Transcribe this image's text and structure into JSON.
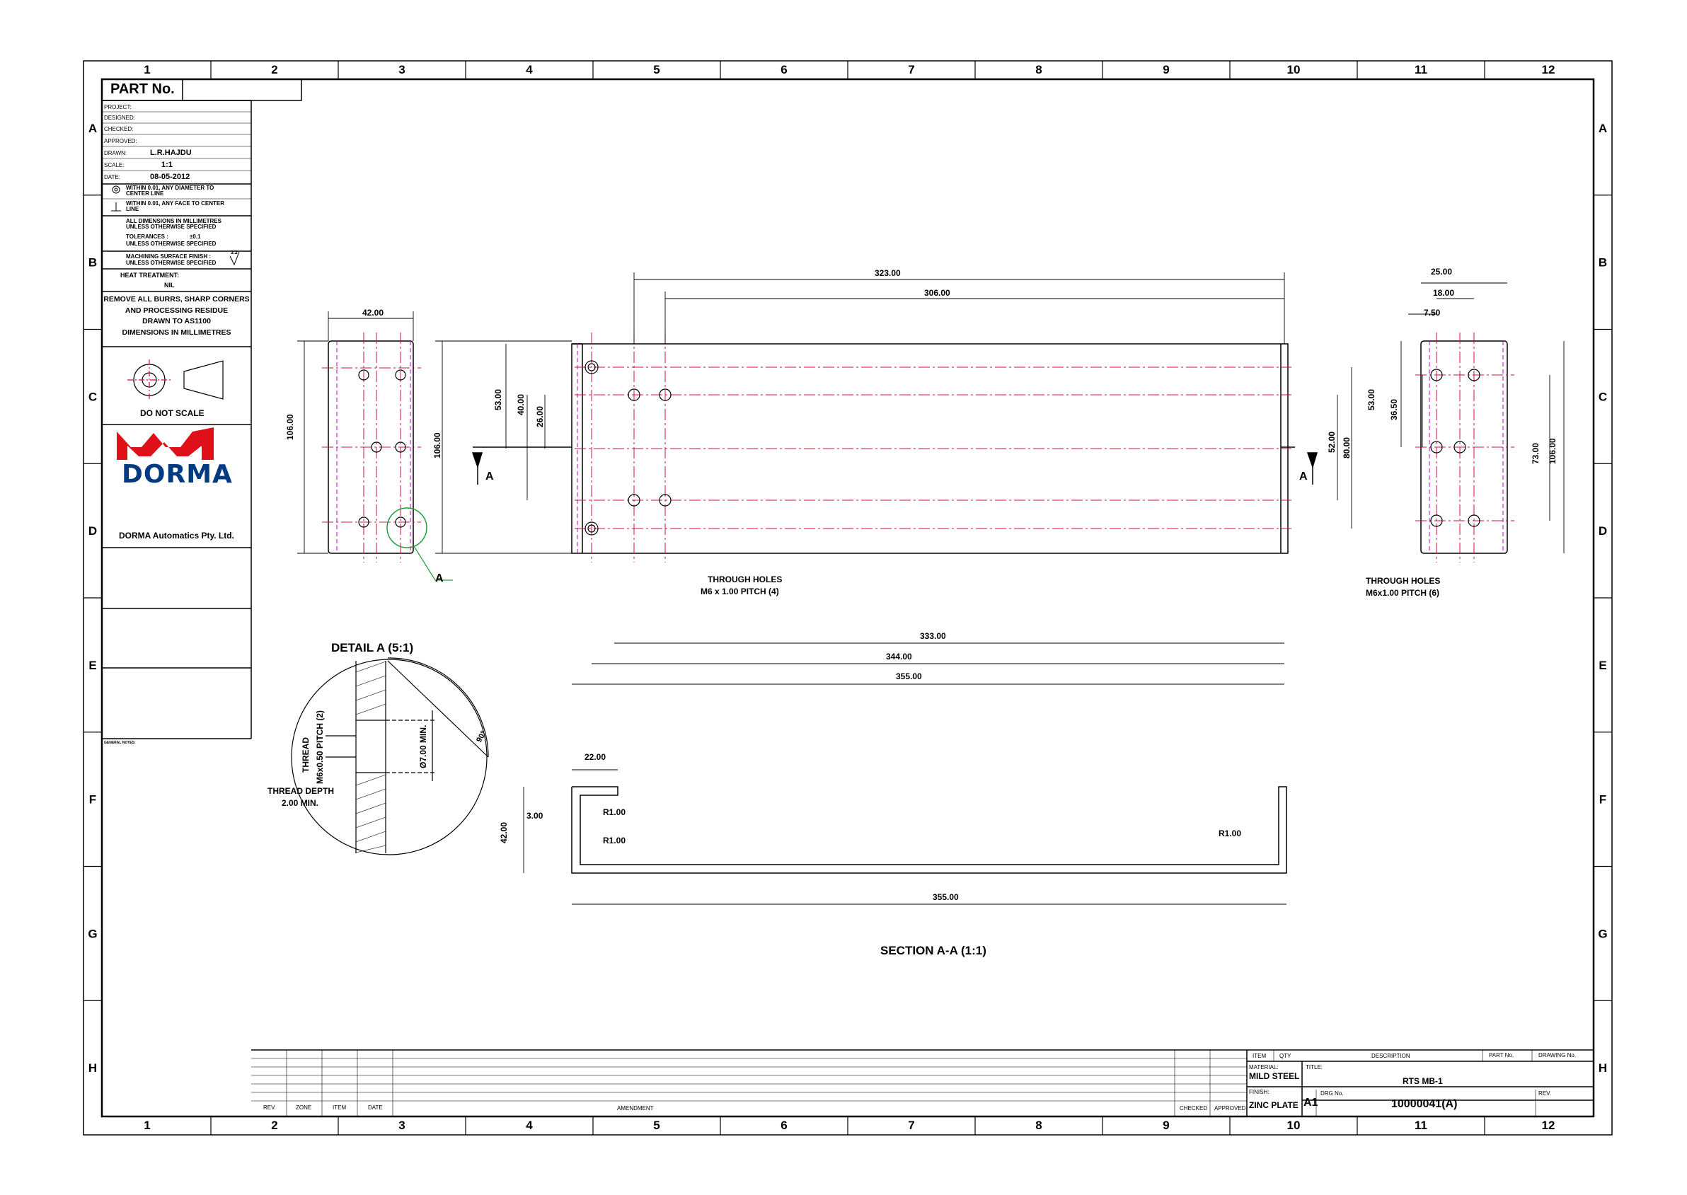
{
  "grid": {
    "columns": [
      "1",
      "2",
      "3",
      "4",
      "5",
      "6",
      "7",
      "8",
      "9",
      "10",
      "11",
      "12"
    ],
    "rows": [
      "A",
      "B",
      "C",
      "D",
      "E",
      "F",
      "G",
      "H"
    ]
  },
  "title_block_left": {
    "part_no_label": "PART No.",
    "project_label": "PROJECT:",
    "designed_label": "DESIGNED:",
    "checked_label": "CHECKED:",
    "approved_label": "APPROVED:",
    "drawn_label": "DRAWN:",
    "drawn_value": "L.R.HAJDU",
    "scale_label": "SCALE:",
    "scale_value": "1:1",
    "date_label": "DATE:",
    "date_value": "08-05-2012",
    "tol_concentric": "WITHIN 0.01, ANY DIAMETER TO CENTER LINE",
    "tol_perpendicular": "WITHIN 0.01, ANY FACE TO CENTER LINE",
    "dims_note": "ALL DIMENSIONS IN MILLIMETRES UNLESS OTHERWISE SPECIFIED",
    "tolerances_label": "TOLERANCES :",
    "tolerances_value": "±0.1",
    "tolerances_note": "UNLESS OTHERWISE SPECIFIED",
    "finish_label": "MACHINING SURFACE FINISH :",
    "finish_value": "3.2",
    "finish_note": "UNLESS OTHERWISE SPECIFIED",
    "heat_treatment_label": "HEAT TREATMENT:",
    "heat_treatment_value": "NIL",
    "notes": [
      "REMOVE ALL BURRS, SHARP CORNERS",
      "AND PROCESSING RESIDUE",
      "DRAWN TO AS1100",
      "DIMENSIONS IN MILLIMETRES"
    ],
    "do_not_scale": "DO NOT SCALE",
    "company_logo_text": "DORMA",
    "company_name": "DORMA Automatics Pty. Ltd.",
    "general_notes_label": "GENERAL NOTES:"
  },
  "views": {
    "end_view_left": {
      "dim_width": "42.00",
      "dim_height": "106.00",
      "detail_tag": "A"
    },
    "front_view": {
      "dim_323": "323.00",
      "dim_306": "306.00",
      "dim_106": "106.00",
      "dim_53": "53.00",
      "dim_40": "40.00",
      "dim_26": "26.00",
      "dim_52": "52.00",
      "dim_80": "80.00",
      "dim_333": "333.00",
      "dim_344": "344.00",
      "dim_355": "355.00",
      "section_mark": "A",
      "hole_note_1": "THROUGH HOLES",
      "hole_note_2": "M6 x 1.00 PITCH (4)"
    },
    "end_view_right": {
      "dim_25": "25.00",
      "dim_18": "18.00",
      "dim_7_5": "7.50",
      "dim_53": "53.00",
      "dim_36_5": "36.50",
      "dim_73": "73.00",
      "dim_106": "106.00",
      "hole_note_1": "THROUGH HOLES",
      "hole_note_2": "M6x1.00 PITCH (6)"
    },
    "detail_a": {
      "title": "DETAIL A (5:1)",
      "thread_label": "THREAD",
      "thread_spec": "M6x0.50 PITCH (2)",
      "depth_label": "THREAD DEPTH",
      "depth_value": "2.00 MIN.",
      "dim_min": "Ø7.00 MIN.",
      "angle": "90°"
    },
    "section_aa": {
      "title": "SECTION A-A (1:1)",
      "dim_22": "22.00",
      "dim_3": "3.00",
      "dim_42": "42.00",
      "r1_a": "R1.00",
      "r1_b": "R1.00",
      "r1_c": "R1.00",
      "dim_355": "355.00"
    }
  },
  "title_block_bottom": {
    "rev_label": "REV.",
    "zone_label": "ZONE",
    "item_label": "ITEM",
    "date_label": "DATE",
    "amendment_label": "AMENDMENT",
    "checked_label": "CHECKED",
    "approved_label": "APPROVED",
    "bom_item": "ITEM",
    "bom_qty": "QTY",
    "bom_description": "DESCRIPTION",
    "bom_part_no": "PART No.",
    "bom_drawing_no": "DRAWING No.",
    "material_label": "MATERIAL:",
    "material_value": "MILD STEEL",
    "finish_label": "FINISH:",
    "finish_value": "ZINC PLATE",
    "title_label": "TITLE:",
    "title_value": "RTS MB-1",
    "size": "A1",
    "drg_no_label": "DRG No.",
    "drg_no_value": "10000041(A)",
    "rev_label2": "REV."
  },
  "colors": {
    "line": "#000000",
    "centerline": "#d0103a",
    "hidden": "#c000c0",
    "logo_red": "#e0101a",
    "logo_blue": "#003a80",
    "highlight": "#20a040"
  }
}
